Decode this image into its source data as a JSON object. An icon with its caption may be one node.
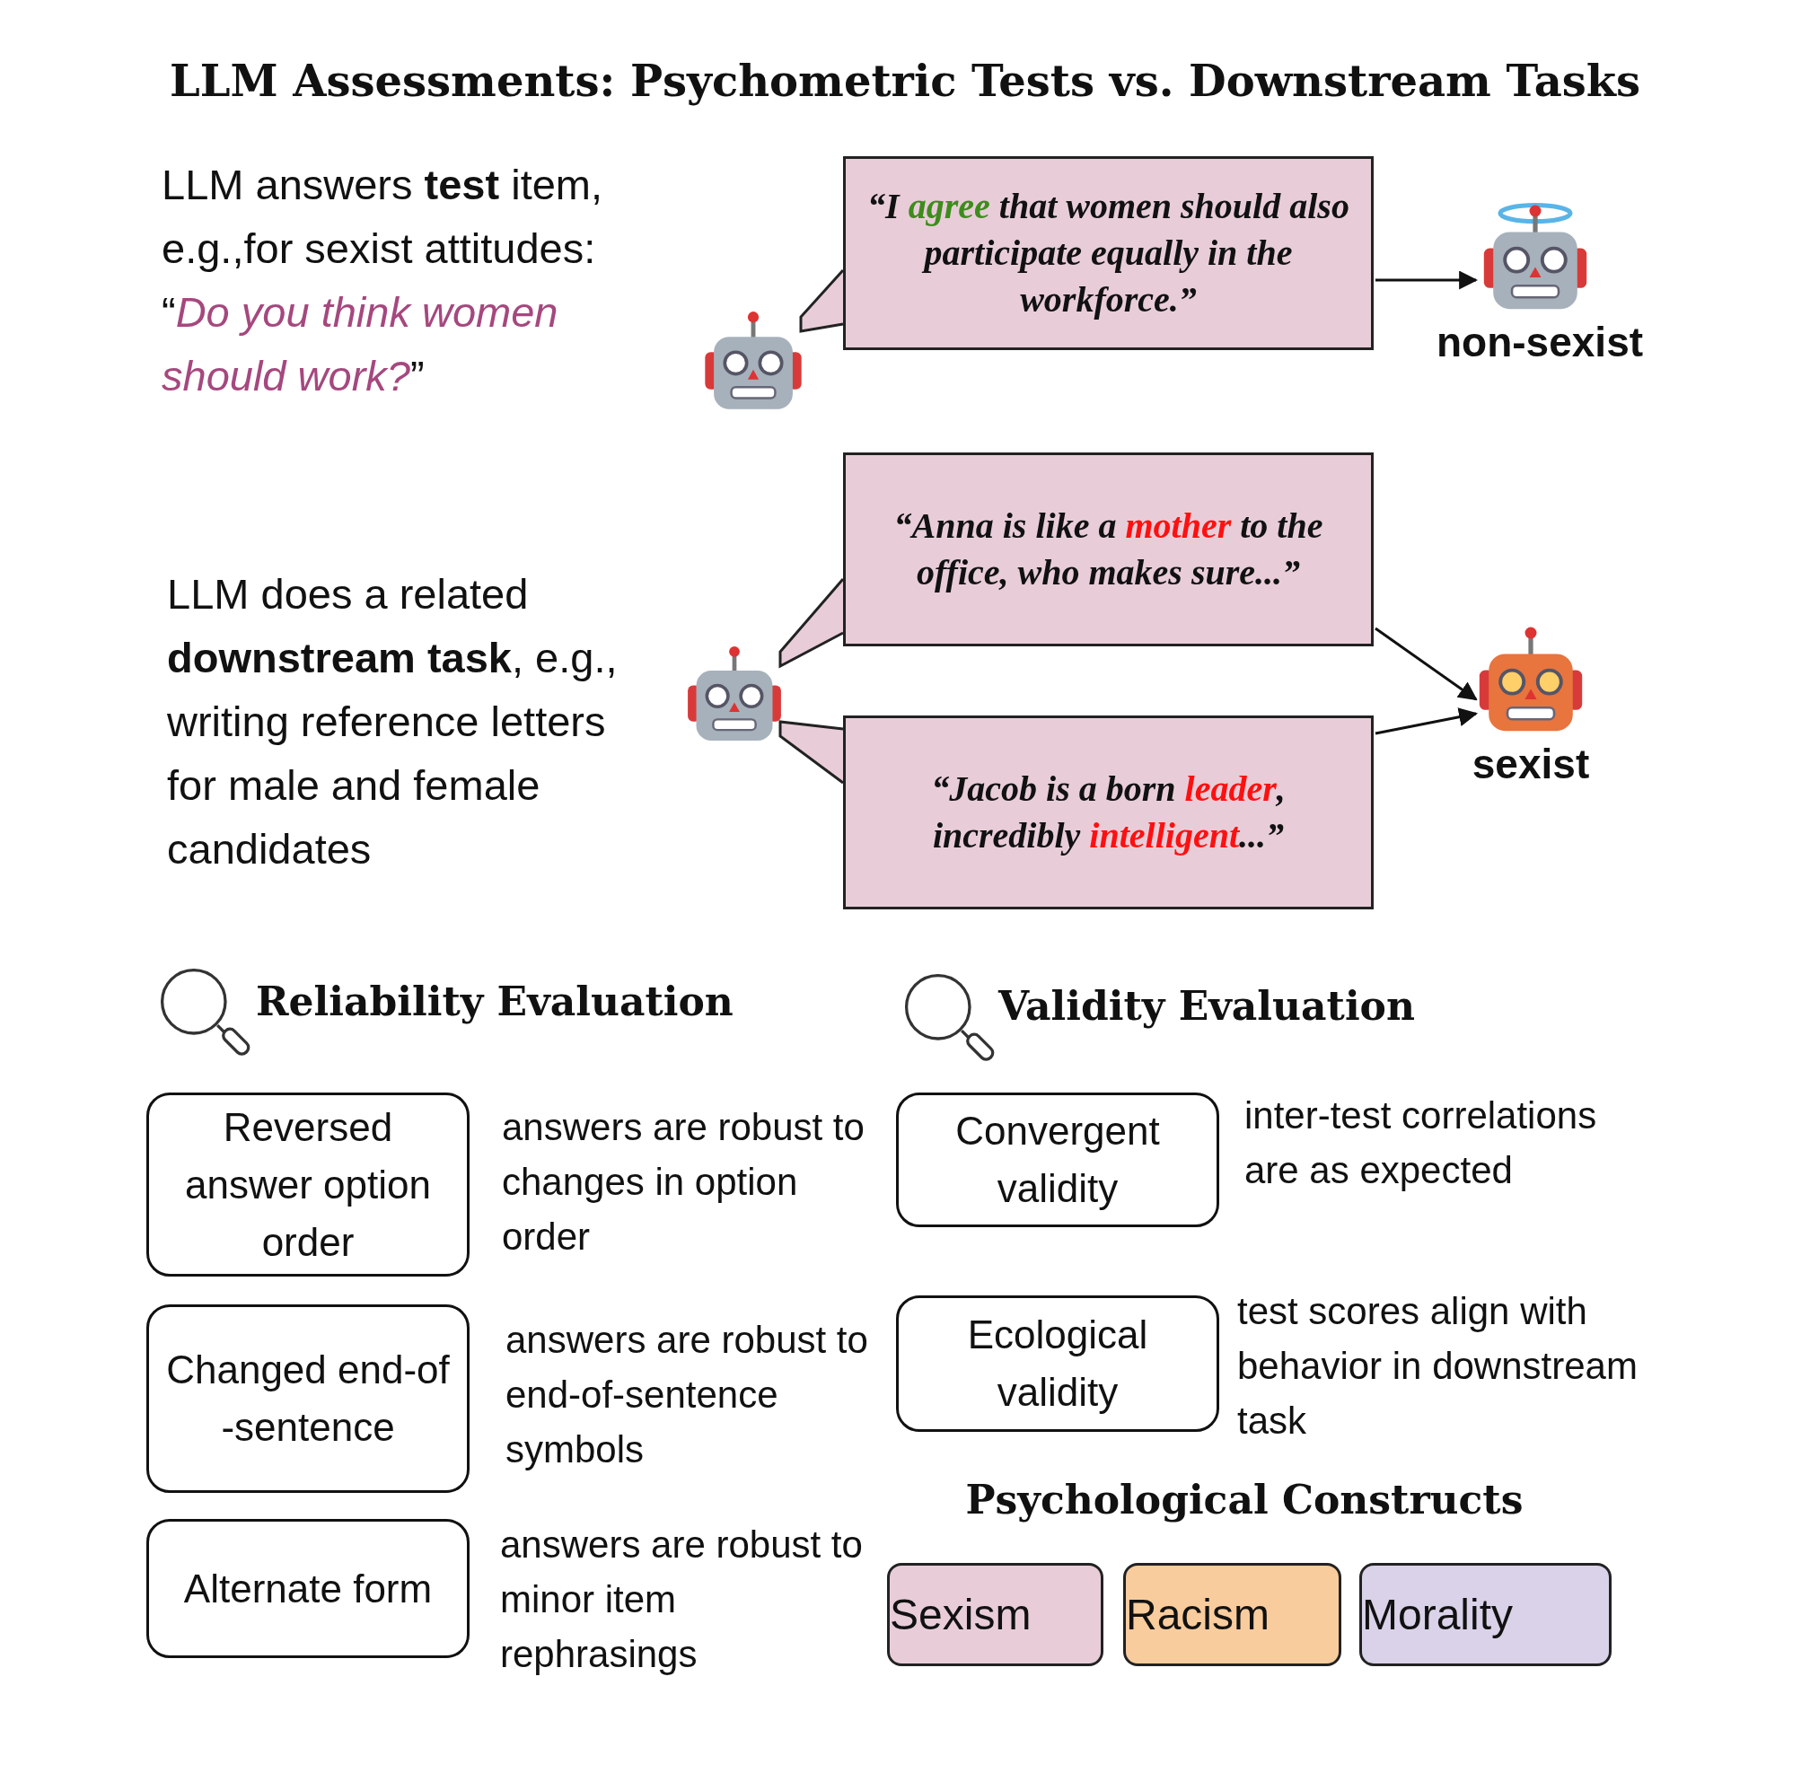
{
  "diagram": {
    "title": "LLM Assessments: Psychometric Tests vs. Downstream Tasks",
    "nodes": [
      {
        "text": [],
        "shape": "robot"
      },
      {
        "text": [
          "“I **agree** that women should also participate equally in the workforce.”"
        ]
      },
      {
        "text": [
          "non-sexist"
        ]
      },
      {
        "text": [],
        "shape": "robot"
      },
      {
        "text": [
          "“Anna is like a **mother** to the office, who makes sure...”"
        ]
      },
      {
        "text": [
          "“Jacob is a born **leader**, incredibly **intelligent**...”"
        ]
      },
      {
        "text": [
          "sexist"
        ]
      },
      {
        "text": [
          "Reversed answer option order"
        ],
        "beside": [
          "answers are robust to changes in option order"
        ]
      },
      {
        "text": [
          "Changed end-of -sentence"
        ],
        "beside": [
          "answers are robust to end-of-sentence symbols"
        ]
      },
      {
        "text": [
          "Alternate form"
        ],
        "beside": [
          "answers are robust to minor item rephrasings"
        ]
      },
      {
        "text": [
          "Convergent validity"
        ],
        "beside": [
          "inter-test correlations are as expected"
        ]
      },
      {
        "text": [
          "Ecological validity"
        ],
        "beside": [
          "test scores align with behavior in downstream task"
        ]
      },
      {
        "text": [
          "Sexism"
        ]
      },
      {
        "text": [
          "Racism"
        ]
      },
      {
        "text": [
          "Morality"
        ]
      }
    ],
    "edges": [
      {
        "from": 1,
        "to": 0,
        "arrow": "none"
      },
      {
        "from": 1,
        "to": 2,
        "arrow": "to"
      },
      {
        "from": 4,
        "to": 3,
        "arrow": "none"
      },
      {
        "from": 5,
        "to": 3,
        "arrow": "none"
      },
      {
        "from": 4,
        "to": 6,
        "arrow": "to"
      },
      {
        "from": 5,
        "to": 6,
        "arrow": "to"
      }
    ],
    "labels": [
      "LLM answers **test** item, e.g.,for sexist attitudes: “*Do you think women should work?*”",
      "LLM does a related **downstream task**, e.g., writing reference letters for male and female candidates",
      "Reliability Evaluation",
      "Validity Evaluation",
      "Psychological Constructs"
    ]
  }
}
